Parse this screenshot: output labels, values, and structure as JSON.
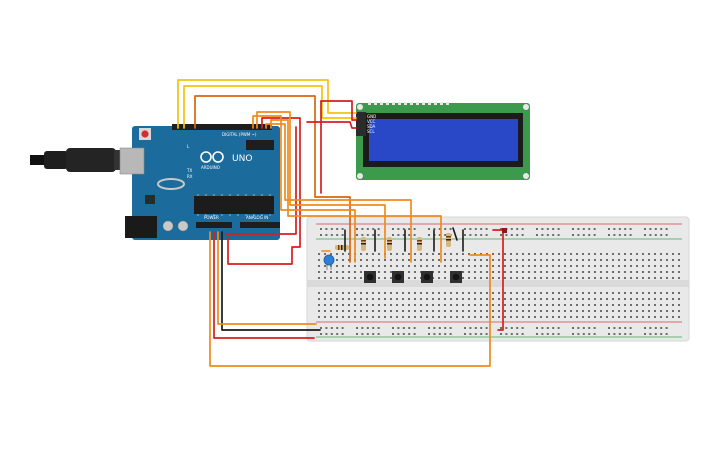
{
  "arduino": {
    "model_label": "UNO",
    "brand_label": "ARDUINO",
    "digital_header_label": "DIGITAL (PWM ~)",
    "power_label": "POWER",
    "analog_label": "ANALOG IN",
    "tx_label": "TX",
    "rx_label": "RX",
    "l_label": "L",
    "board_color": "#1b6b9c",
    "header_color": "#1e1e1e"
  },
  "lcd": {
    "board_color": "#3c9a4d",
    "screen_color": "#2848c8",
    "pins": [
      "GND",
      "VCC",
      "SDA",
      "SCL"
    ]
  },
  "breadboard": {
    "color": "#e9e9e9",
    "rail_red": "#d83c3c",
    "rail_green": "#3aa34a"
  },
  "wires": {
    "red": "#d51e1e",
    "black": "#1a1a1a",
    "orange": "#f08a1c",
    "yellow": "#f1c40f",
    "dark_orange": "#d9650c"
  }
}
